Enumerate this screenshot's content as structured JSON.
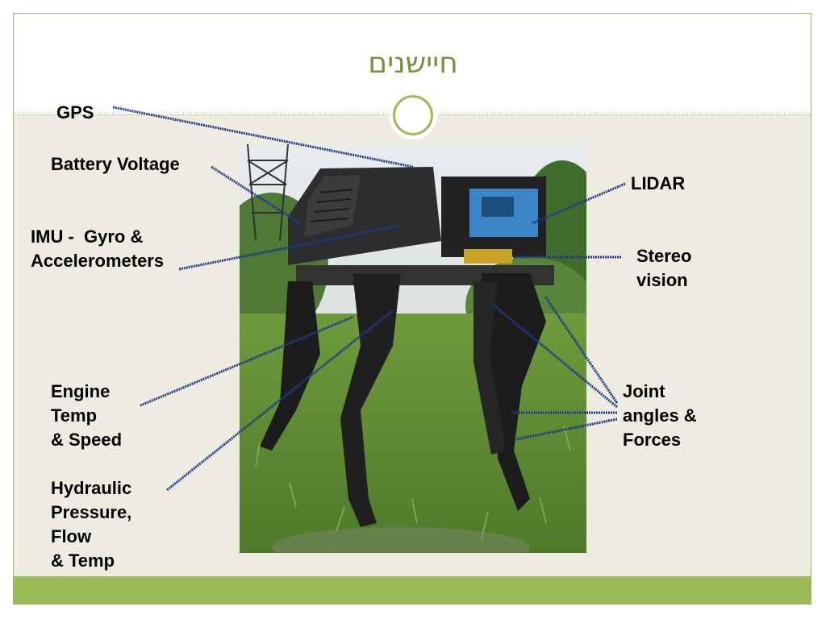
{
  "slide": {
    "title": "חיישנים",
    "accent_color": "#9bbb59",
    "body_background": "#eeece1",
    "title_color": "#76923c"
  },
  "photo": {
    "description_icon": "robot-photo"
  },
  "labels": {
    "gps": "GPS",
    "battery": "Battery Voltage",
    "imu": "IMU -  Gyro &\nAccelerometers",
    "engine": "Engine\nTemp\n& Speed",
    "hydraulic": "Hydraulic\nPressure,\nFlow\n& Temp",
    "lidar": "LIDAR",
    "stereo": "Stereo\nvision",
    "joint": "Joint\nangles &\nForces"
  }
}
